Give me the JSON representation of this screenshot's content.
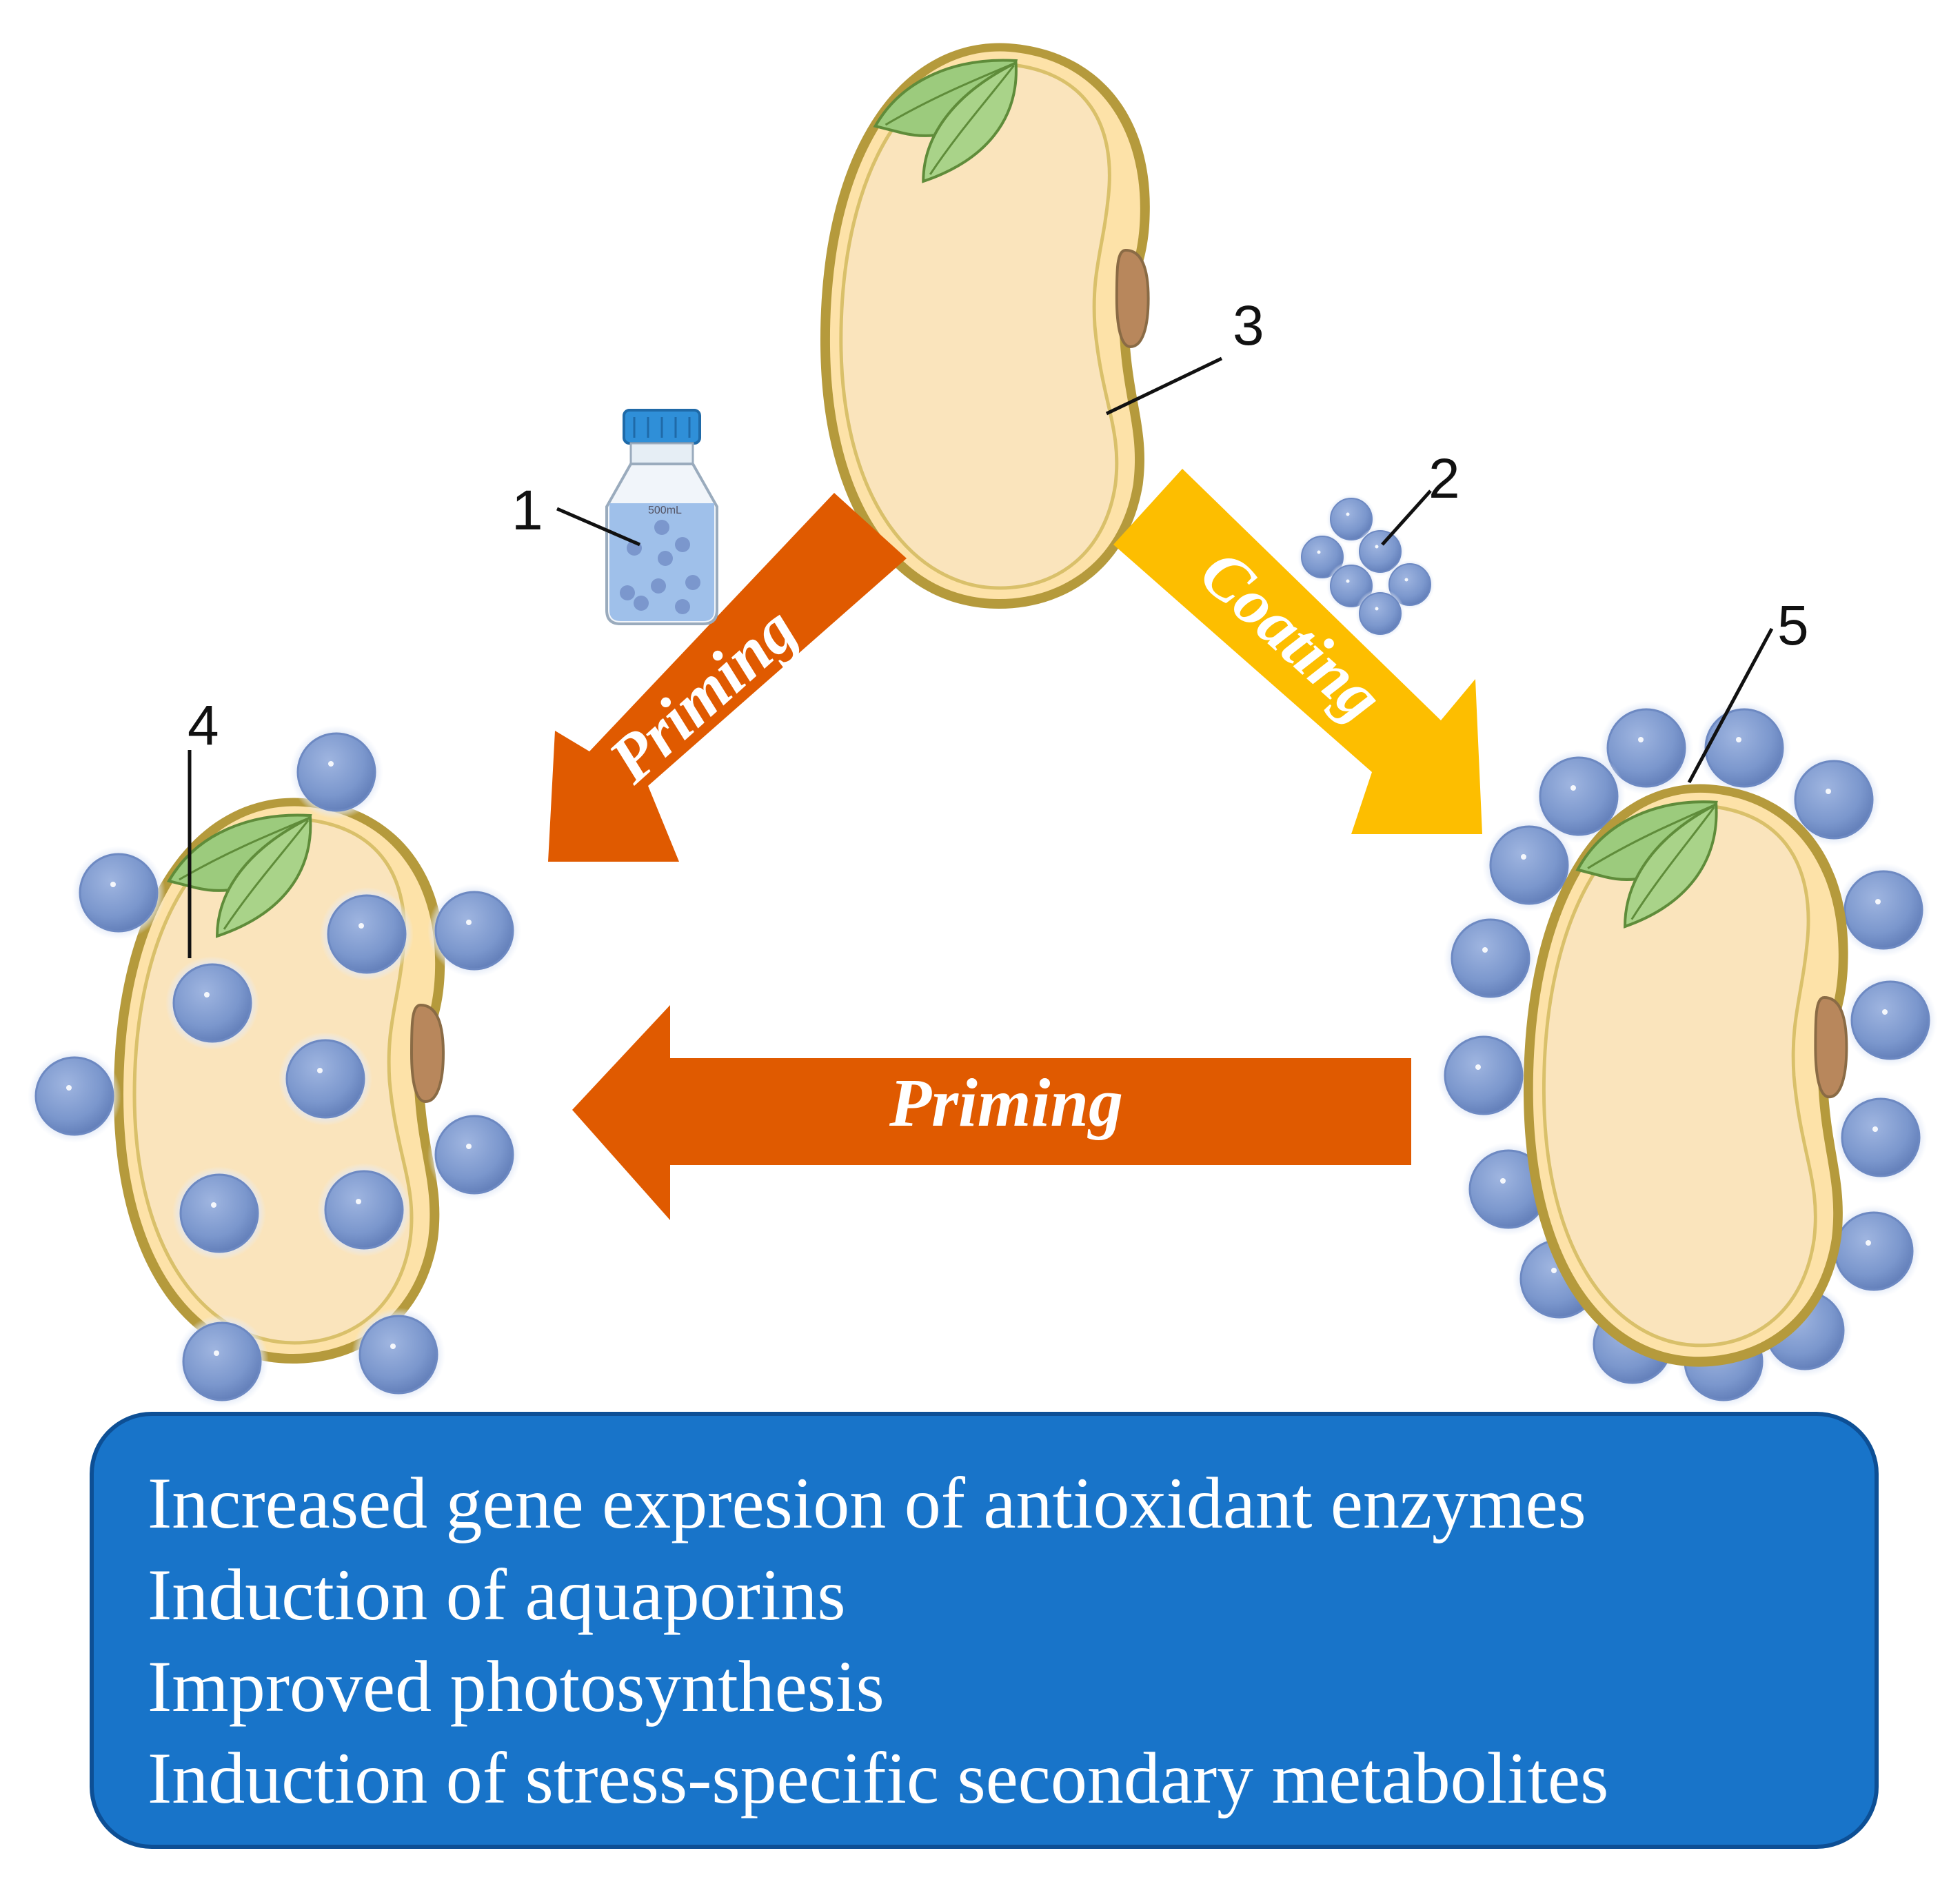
{
  "labels": {
    "bottle": "1",
    "nanoparticles": "2",
    "seed": "3",
    "primed_seed": "4",
    "coated_seed": "5"
  },
  "bottle_volume": "500mL",
  "arrows": {
    "left": "Priming",
    "right": "Coating",
    "bottom": "Priming"
  },
  "effects": [
    "Increased gene expresion of antioxidant enzymes",
    "Induction of aquaporins",
    "Improved photosynthesis",
    "Induction of stress-specific secondary metabolites"
  ],
  "colors": {
    "priming_arrow": "#e05a00",
    "coating_arrow": "#fdbe00",
    "seed_fill": "#fae4bc",
    "seed_coat": "#b59a3c",
    "nanoparticle": "#7b97cd",
    "effects_box": "#1874c9"
  }
}
